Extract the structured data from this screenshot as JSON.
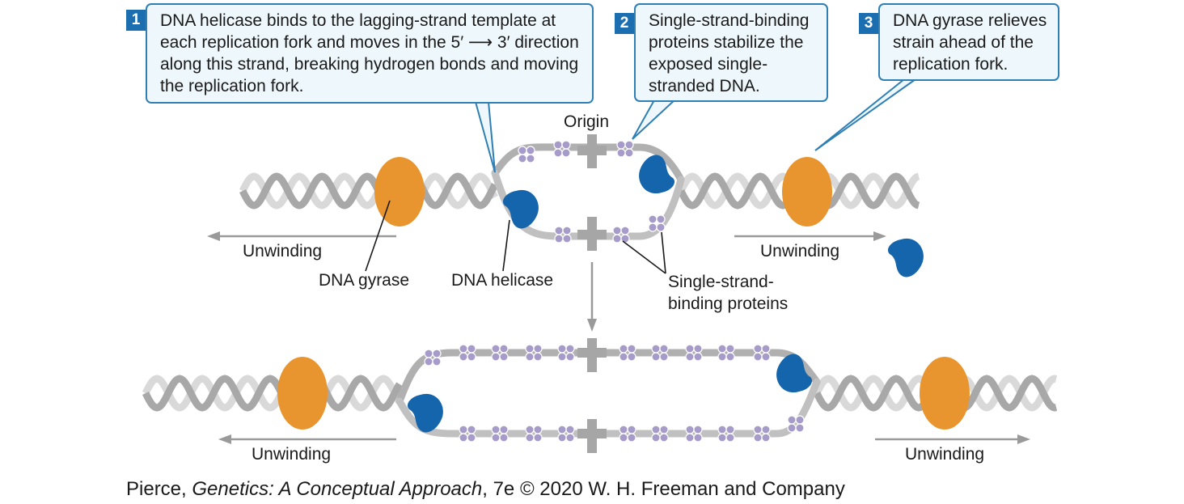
{
  "colors": {
    "callout_border": "#2f7fb5",
    "callout_fill": "#eef7fb",
    "badge": "#1b6fb0",
    "gyrase": "#e8952f",
    "helicase": "#1565ad",
    "ssb": "#a79bc9",
    "strand_dark": "#a8a8a8",
    "strand_light": "#d9d9d9"
  },
  "steps": [
    {
      "number": "1",
      "text": "DNA helicase binds to the lagging-strand template at each replication fork and moves in the 5′ ⟶ 3′ direction along this strand, breaking hydrogen bonds and moving the replication fork."
    },
    {
      "number": "2",
      "text": "Single-strand-binding proteins stabilize the exposed single-stranded DNA."
    },
    {
      "number": "3",
      "text": "DNA gyrase relieves strain ahead of the replication fork."
    }
  ],
  "labels": {
    "origin": "Origin",
    "unwinding": "Unwinding",
    "dna_gyrase": "DNA gyrase",
    "dna_helicase": "DNA helicase",
    "ssb_line1": "Single-strand-",
    "ssb_line2": "binding proteins"
  },
  "credit": {
    "author": "Pierce, ",
    "title": "Genetics: A Conceptual Approach",
    "rest": ", 7e © 2020 W. H. Freeman and Company"
  }
}
